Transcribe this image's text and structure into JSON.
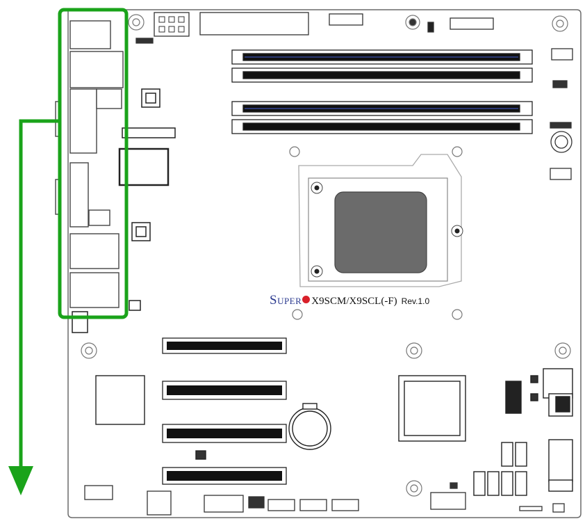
{
  "board": {
    "brand": "Super",
    "model": "X9SCM/X9SCL(-F)",
    "revision": "Rev.1.0"
  },
  "colors": {
    "highlight": "#1aa31a",
    "brand_text": "#2b3a8f",
    "brand_dot": "#d9202a",
    "outline": "#5a5a5a",
    "dimm_fill": "#111111",
    "cpu_fill": "#6b6b6b"
  },
  "annotations": {
    "highlight_box": "rear I/O panel",
    "arrow_direction": "down"
  }
}
